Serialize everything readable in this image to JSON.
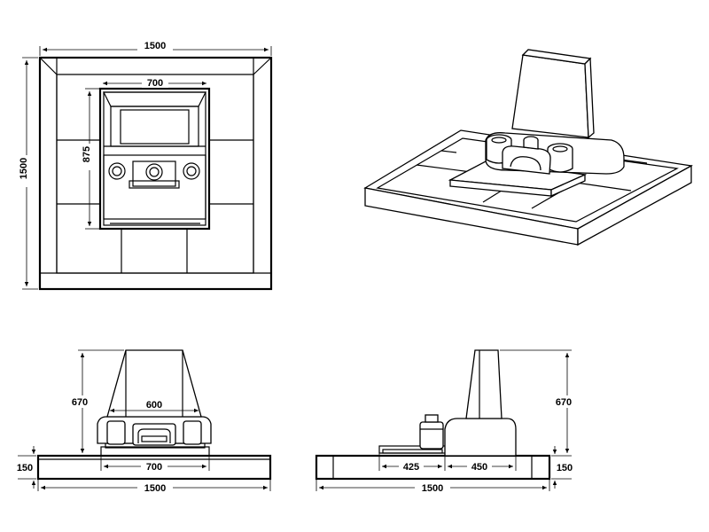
{
  "drawing": {
    "plan_view": {
      "width_label": "1500",
      "depth_label": "1500",
      "inner_width_label": "700",
      "inner_depth_label": "875"
    },
    "front_view": {
      "height_label": "670",
      "inner_width_label": "600",
      "base_height_label": "150",
      "base_inner_width_label": "700",
      "total_width_label": "1500"
    },
    "side_view": {
      "height_label": "670",
      "base_height_label": "150",
      "left_segment_label": "425",
      "right_segment_label": "450",
      "total_width_label": "1500"
    }
  }
}
